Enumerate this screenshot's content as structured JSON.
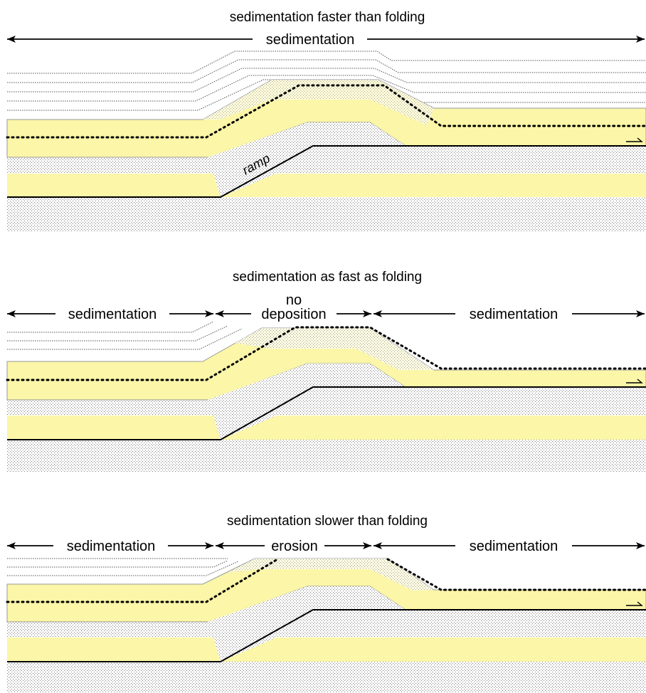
{
  "panels": [
    {
      "title": "sedimentation faster than folding",
      "zones": {
        "full": "sedimentation"
      },
      "ramp_label": "ramp"
    },
    {
      "title": "sedimentation as fast as folding",
      "zones": {
        "left": "sedimentation",
        "middle_line1": "no",
        "middle_line2": "deposition",
        "right": "sedimentation"
      }
    },
    {
      "title": "sedimentation slower than folding",
      "zones": {
        "left": "sedimentation",
        "middle": "erosion",
        "right": "sedimentation"
      }
    }
  ],
  "colors": {
    "yellow_layer": "#fbf6a8",
    "layer_edge": "#9a9a9a",
    "line": "#000000",
    "dots": "#555555"
  }
}
